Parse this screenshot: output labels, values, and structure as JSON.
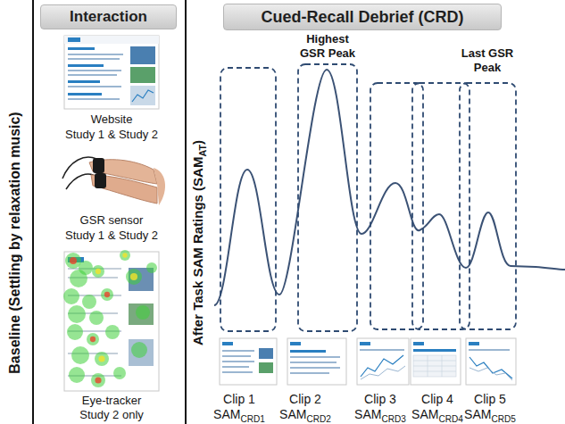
{
  "diagram": {
    "nodes": [
      {
        "text": [
          "Interaction"
        ]
      },
      {
        "text": [
          "Cued-Recall Debrief (CRD)"
        ]
      }
    ],
    "labels": [
      "Baseline (Settling by relaxation music)",
      "Website",
      "Study 1 & Study 2",
      "GSR sensor",
      "Study 1 & Study 2",
      "Eye-tracker",
      "Study 2 only",
      "After Task SAM Ratings (SAM",
      "AT",
      ")",
      "Highest GSR Peak",
      "Last GSR Peak",
      "Clip 1",
      "SAM",
      "CRD1",
      "Clip 2",
      "SAM",
      "CRD2",
      "Clip 3",
      "SAM",
      "CRD3",
      "Clip 4",
      "SAM",
      "CRD4",
      "Clip 5",
      "SAM",
      "CRD5"
    ]
  }
}
